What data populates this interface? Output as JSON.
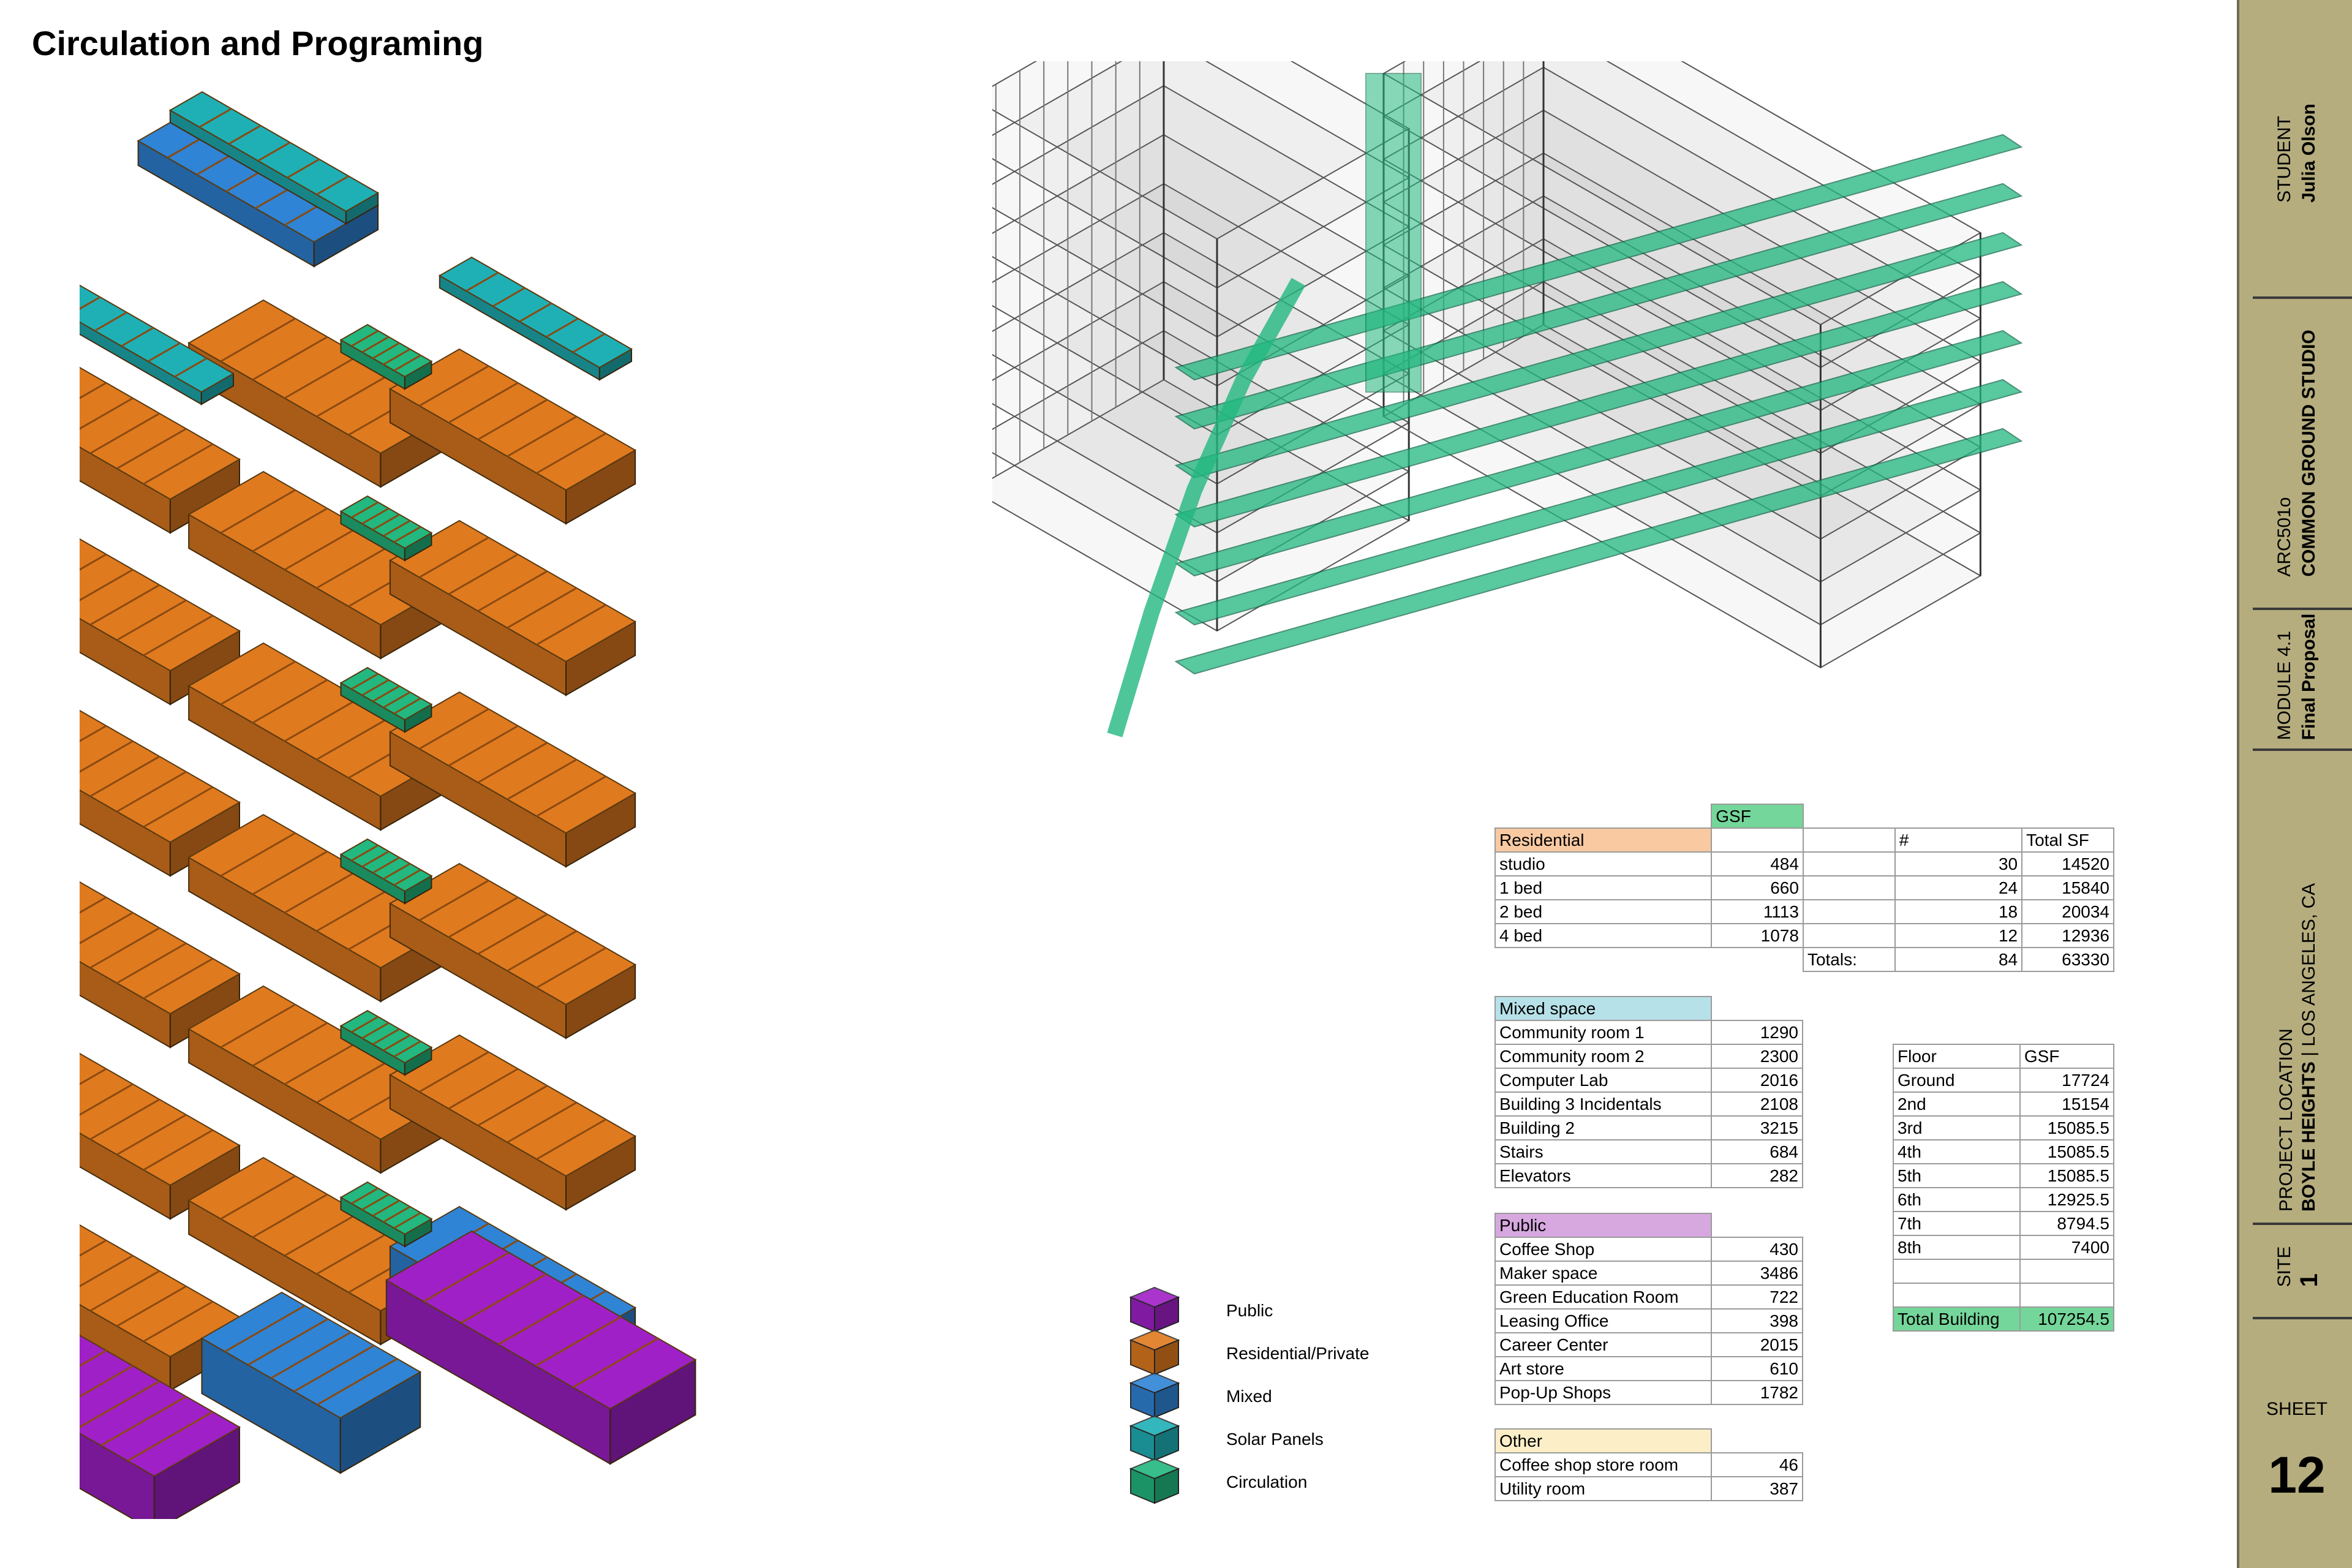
{
  "title": "Circulation and Programing",
  "titleblock": {
    "student_label": "STUDENT",
    "student_name": "Julia Olson",
    "studio": "COMMON GROUND STUDIO",
    "course_label": "ARC501o",
    "course_name": "COMMON GROUND STUDIO",
    "module_label": "MODULE 4.1",
    "module_name": "Final Proposal",
    "location_label": "PROJECT LOCATION",
    "location_neighborhood": "BOYLE HEIGHTS",
    "location_city": "LOS ANGELES, CA",
    "site_label": "SITE",
    "site_value": "1",
    "sheet_label": "SHEET",
    "sheet_value": "12"
  },
  "legend": [
    {
      "label": "Public",
      "color": "#a020c8"
    },
    {
      "label": "Residential/Private",
      "color": "#e07a1f"
    },
    {
      "label": "Mixed",
      "color": "#2f84d6"
    },
    {
      "label": "Solar Panels",
      "color": "#1fb0b5"
    },
    {
      "label": "Circulation",
      "color": "#22b87f"
    }
  ],
  "residential": {
    "gsf_header": "GSF",
    "header": "Residential",
    "count_header": "#",
    "total_header": "Total SF",
    "rows": [
      {
        "name": "studio",
        "gsf": "484",
        "count": "30",
        "total": "14520"
      },
      {
        "name": "1 bed",
        "gsf": "660",
        "count": "24",
        "total": "15840"
      },
      {
        "name": "2 bed",
        "gsf": "1113",
        "count": "18",
        "total": "20034"
      },
      {
        "name": "4 bed",
        "gsf": "1078",
        "count": "12",
        "total": "12936"
      }
    ],
    "totals_label": "Totals:",
    "totals_count": "84",
    "totals_sf": "63330"
  },
  "mixed": {
    "header": "Mixed space",
    "rows": [
      {
        "name": "Community room 1",
        "gsf": "1290"
      },
      {
        "name": "Community room 2",
        "gsf": "2300"
      },
      {
        "name": "Computer Lab",
        "gsf": "2016"
      },
      {
        "name": "Building 3 Incidentals",
        "gsf": "2108"
      },
      {
        "name": "Building 2",
        "gsf": "3215"
      },
      {
        "name": "Stairs",
        "gsf": "684"
      },
      {
        "name": "Elevators",
        "gsf": "282"
      }
    ]
  },
  "public": {
    "header": "Public",
    "rows": [
      {
        "name": "Coffee Shop",
        "gsf": "430"
      },
      {
        "name": "Maker space",
        "gsf": "3486"
      },
      {
        "name": "Green Education Room",
        "gsf": "722"
      },
      {
        "name": "Leasing Office",
        "gsf": "398"
      },
      {
        "name": "Career Center",
        "gsf": "2015"
      },
      {
        "name": "Art store",
        "gsf": "610"
      },
      {
        "name": "Pop-Up Shops",
        "gsf": "1782"
      }
    ]
  },
  "other": {
    "header": "Other",
    "rows": [
      {
        "name": "Coffee shop store room",
        "gsf": "46"
      },
      {
        "name": "Utility room",
        "gsf": "387"
      }
    ]
  },
  "floors": {
    "floor_header": "Floor",
    "gsf_header": "GSF",
    "rows": [
      {
        "name": "Ground",
        "gsf": "17724"
      },
      {
        "name": "2nd",
        "gsf": "15154"
      },
      {
        "name": "3rd",
        "gsf": "15085.5"
      },
      {
        "name": "4th",
        "gsf": "15085.5"
      },
      {
        "name": "5th",
        "gsf": "15085.5"
      },
      {
        "name": "6th",
        "gsf": "12925.5"
      },
      {
        "name": "7th",
        "gsf": "8794.5"
      },
      {
        "name": "8th",
        "gsf": "7400"
      }
    ],
    "total_label": "Total Building",
    "total_value": "107254.5"
  }
}
